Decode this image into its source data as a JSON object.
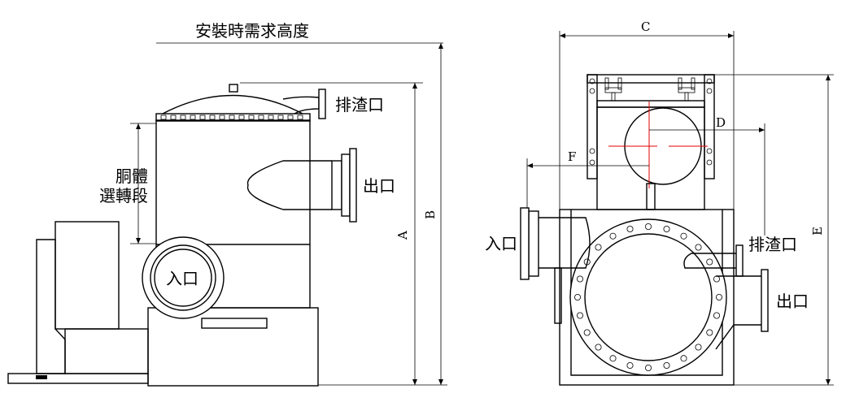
{
  "side_view": {
    "install_height_label": "安裝時需求高度",
    "body_section_label_line1": "胴體",
    "body_section_label_line2": "選轉段",
    "drain_label": "排渣口",
    "outlet_label": "出口",
    "inlet_label": "入口",
    "dim_a": "A",
    "dim_b": "B"
  },
  "front_view": {
    "dim_c": "C",
    "dim_d": "D",
    "dim_e": "E",
    "dim_f": "F",
    "inlet_label": "入口",
    "drain_label": "排渣口",
    "outlet_label": "出口"
  }
}
